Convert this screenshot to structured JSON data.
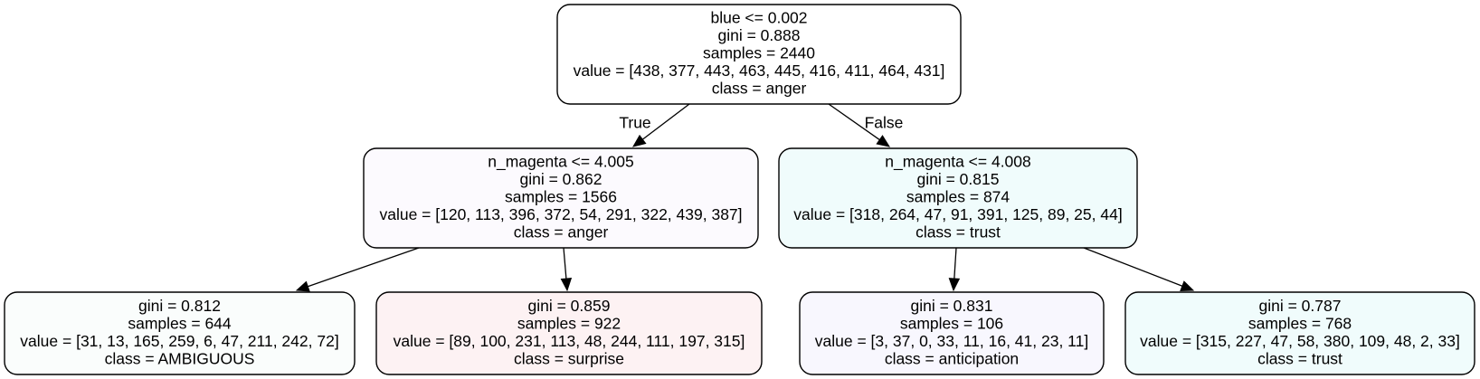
{
  "tree": {
    "nodes": [
      {
        "id": "root",
        "fill": "#ffffff",
        "lines": [
          "blue <= 0.002",
          "gini = 0.888",
          "samples = 2440",
          "value = [438, 377, 443, 463, 445, 416, 411, 464, 431]",
          "class = anger"
        ]
      },
      {
        "id": "left",
        "fill": "#fcfafe",
        "lines": [
          "n_magenta <= 4.005",
          "gini = 0.862",
          "samples = 1566",
          "value = [120, 113, 396, 372, 54, 291, 322, 439, 387]",
          "class = anger"
        ]
      },
      {
        "id": "right",
        "fill": "#f0fcfc",
        "lines": [
          "n_magenta <= 4.008",
          "gini = 0.815",
          "samples = 874",
          "value = [318, 264, 47, 91, 391, 125, 89, 25, 44]",
          "class = trust"
        ]
      },
      {
        "id": "leaf-1",
        "fill": "#fafdfc",
        "lines": [
          "gini = 0.812",
          "samples = 644",
          "value = [31, 13, 165, 259, 6, 47, 211, 242, 72]",
          "class = AMBIGUOUS"
        ]
      },
      {
        "id": "leaf-2",
        "fill": "#fdf2f3",
        "lines": [
          "gini = 0.859",
          "samples = 922",
          "value = [89, 100, 231, 113, 48, 244, 111, 197, 315]",
          "class = surprise"
        ]
      },
      {
        "id": "leaf-3",
        "fill": "#f8f7fe",
        "lines": [
          "gini = 0.831",
          "samples = 106",
          "value = [3, 37, 0, 33, 11, 16, 41, 23, 11]",
          "class = anticipation"
        ]
      },
      {
        "id": "leaf-4",
        "fill": "#f0fcfc",
        "lines": [
          "gini = 0.787",
          "samples = 768",
          "value = [315, 227, 47, 58, 380, 109, 48, 2, 33]",
          "class = trust"
        ]
      }
    ],
    "edges": [
      {
        "from": "root",
        "to": "left",
        "label": "True"
      },
      {
        "from": "root",
        "to": "right",
        "label": "False"
      },
      {
        "from": "left",
        "to": "leaf-1",
        "label": ""
      },
      {
        "from": "left",
        "to": "leaf-2",
        "label": ""
      },
      {
        "from": "right",
        "to": "leaf-3",
        "label": ""
      },
      {
        "from": "right",
        "to": "leaf-4",
        "label": ""
      }
    ]
  }
}
